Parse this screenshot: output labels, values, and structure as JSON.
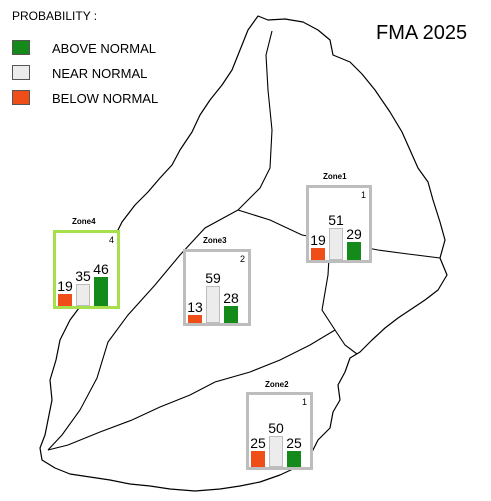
{
  "legend": {
    "title": "PROBABILITY :",
    "items": [
      {
        "label": "ABOVE NORMAL",
        "color": "#138a1a"
      },
      {
        "label": "NEAR NORMAL",
        "color": "#ececec"
      },
      {
        "label": "BELOW NORMAL",
        "color": "#f04e19"
      }
    ]
  },
  "period": "FMA 2025",
  "zones": [
    {
      "name": "Zone1",
      "id": "1",
      "below": 19,
      "near": 51,
      "above": 29
    },
    {
      "name": "Zone2",
      "id": "1",
      "below": 25,
      "near": 50,
      "above": 25
    },
    {
      "name": "Zone3",
      "id": "2",
      "below": 13,
      "near": 59,
      "above": 28
    },
    {
      "name": "Zone4",
      "id": "4",
      "below": 19,
      "near": 35,
      "above": 46
    }
  ]
}
